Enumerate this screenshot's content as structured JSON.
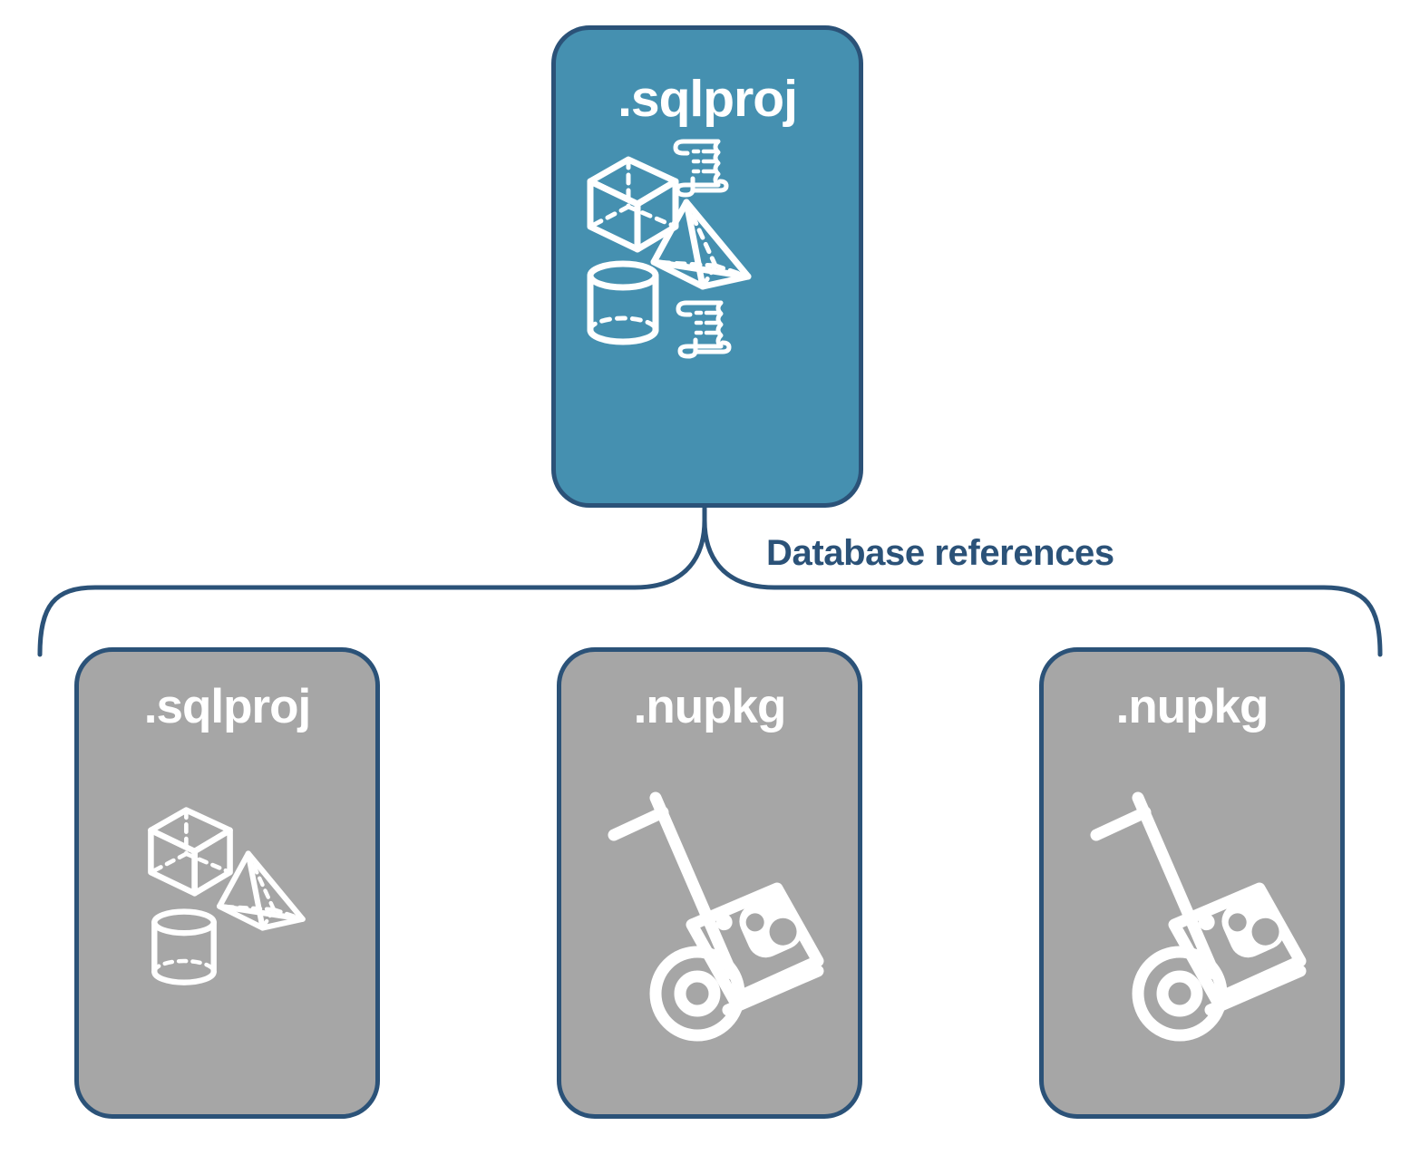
{
  "diagram": {
    "title": "Database references",
    "colors": {
      "primary_fill": "#4590B0",
      "secondary_fill": "#A6A6A6",
      "stroke": "#2B5278",
      "icon": "#FFFFFF",
      "background": "#FFFFFF"
    },
    "connector": {
      "label": "Database references",
      "kind": "curly-brace",
      "direction": "one-to-many"
    },
    "root": {
      "label": ".sqlproj",
      "kind": "project",
      "fill": "#4590B0",
      "icons": [
        "cube-wireframe-icon",
        "script-scroll-icon",
        "pyramid-wireframe-icon",
        "cylinder-wireframe-icon",
        "script-scroll-icon"
      ]
    },
    "references": [
      {
        "label": ".sqlproj",
        "kind": "project",
        "fill": "#A6A6A6",
        "icons": [
          "cube-wireframe-icon",
          "pyramid-wireframe-icon",
          "cylinder-wireframe-icon"
        ]
      },
      {
        "label": ".nupkg",
        "kind": "package",
        "fill": "#A6A6A6",
        "icons": [
          "hand-truck-package-icon"
        ]
      },
      {
        "label": ".nupkg",
        "kind": "package",
        "fill": "#A6A6A6",
        "icons": [
          "hand-truck-package-icon"
        ]
      }
    ]
  }
}
